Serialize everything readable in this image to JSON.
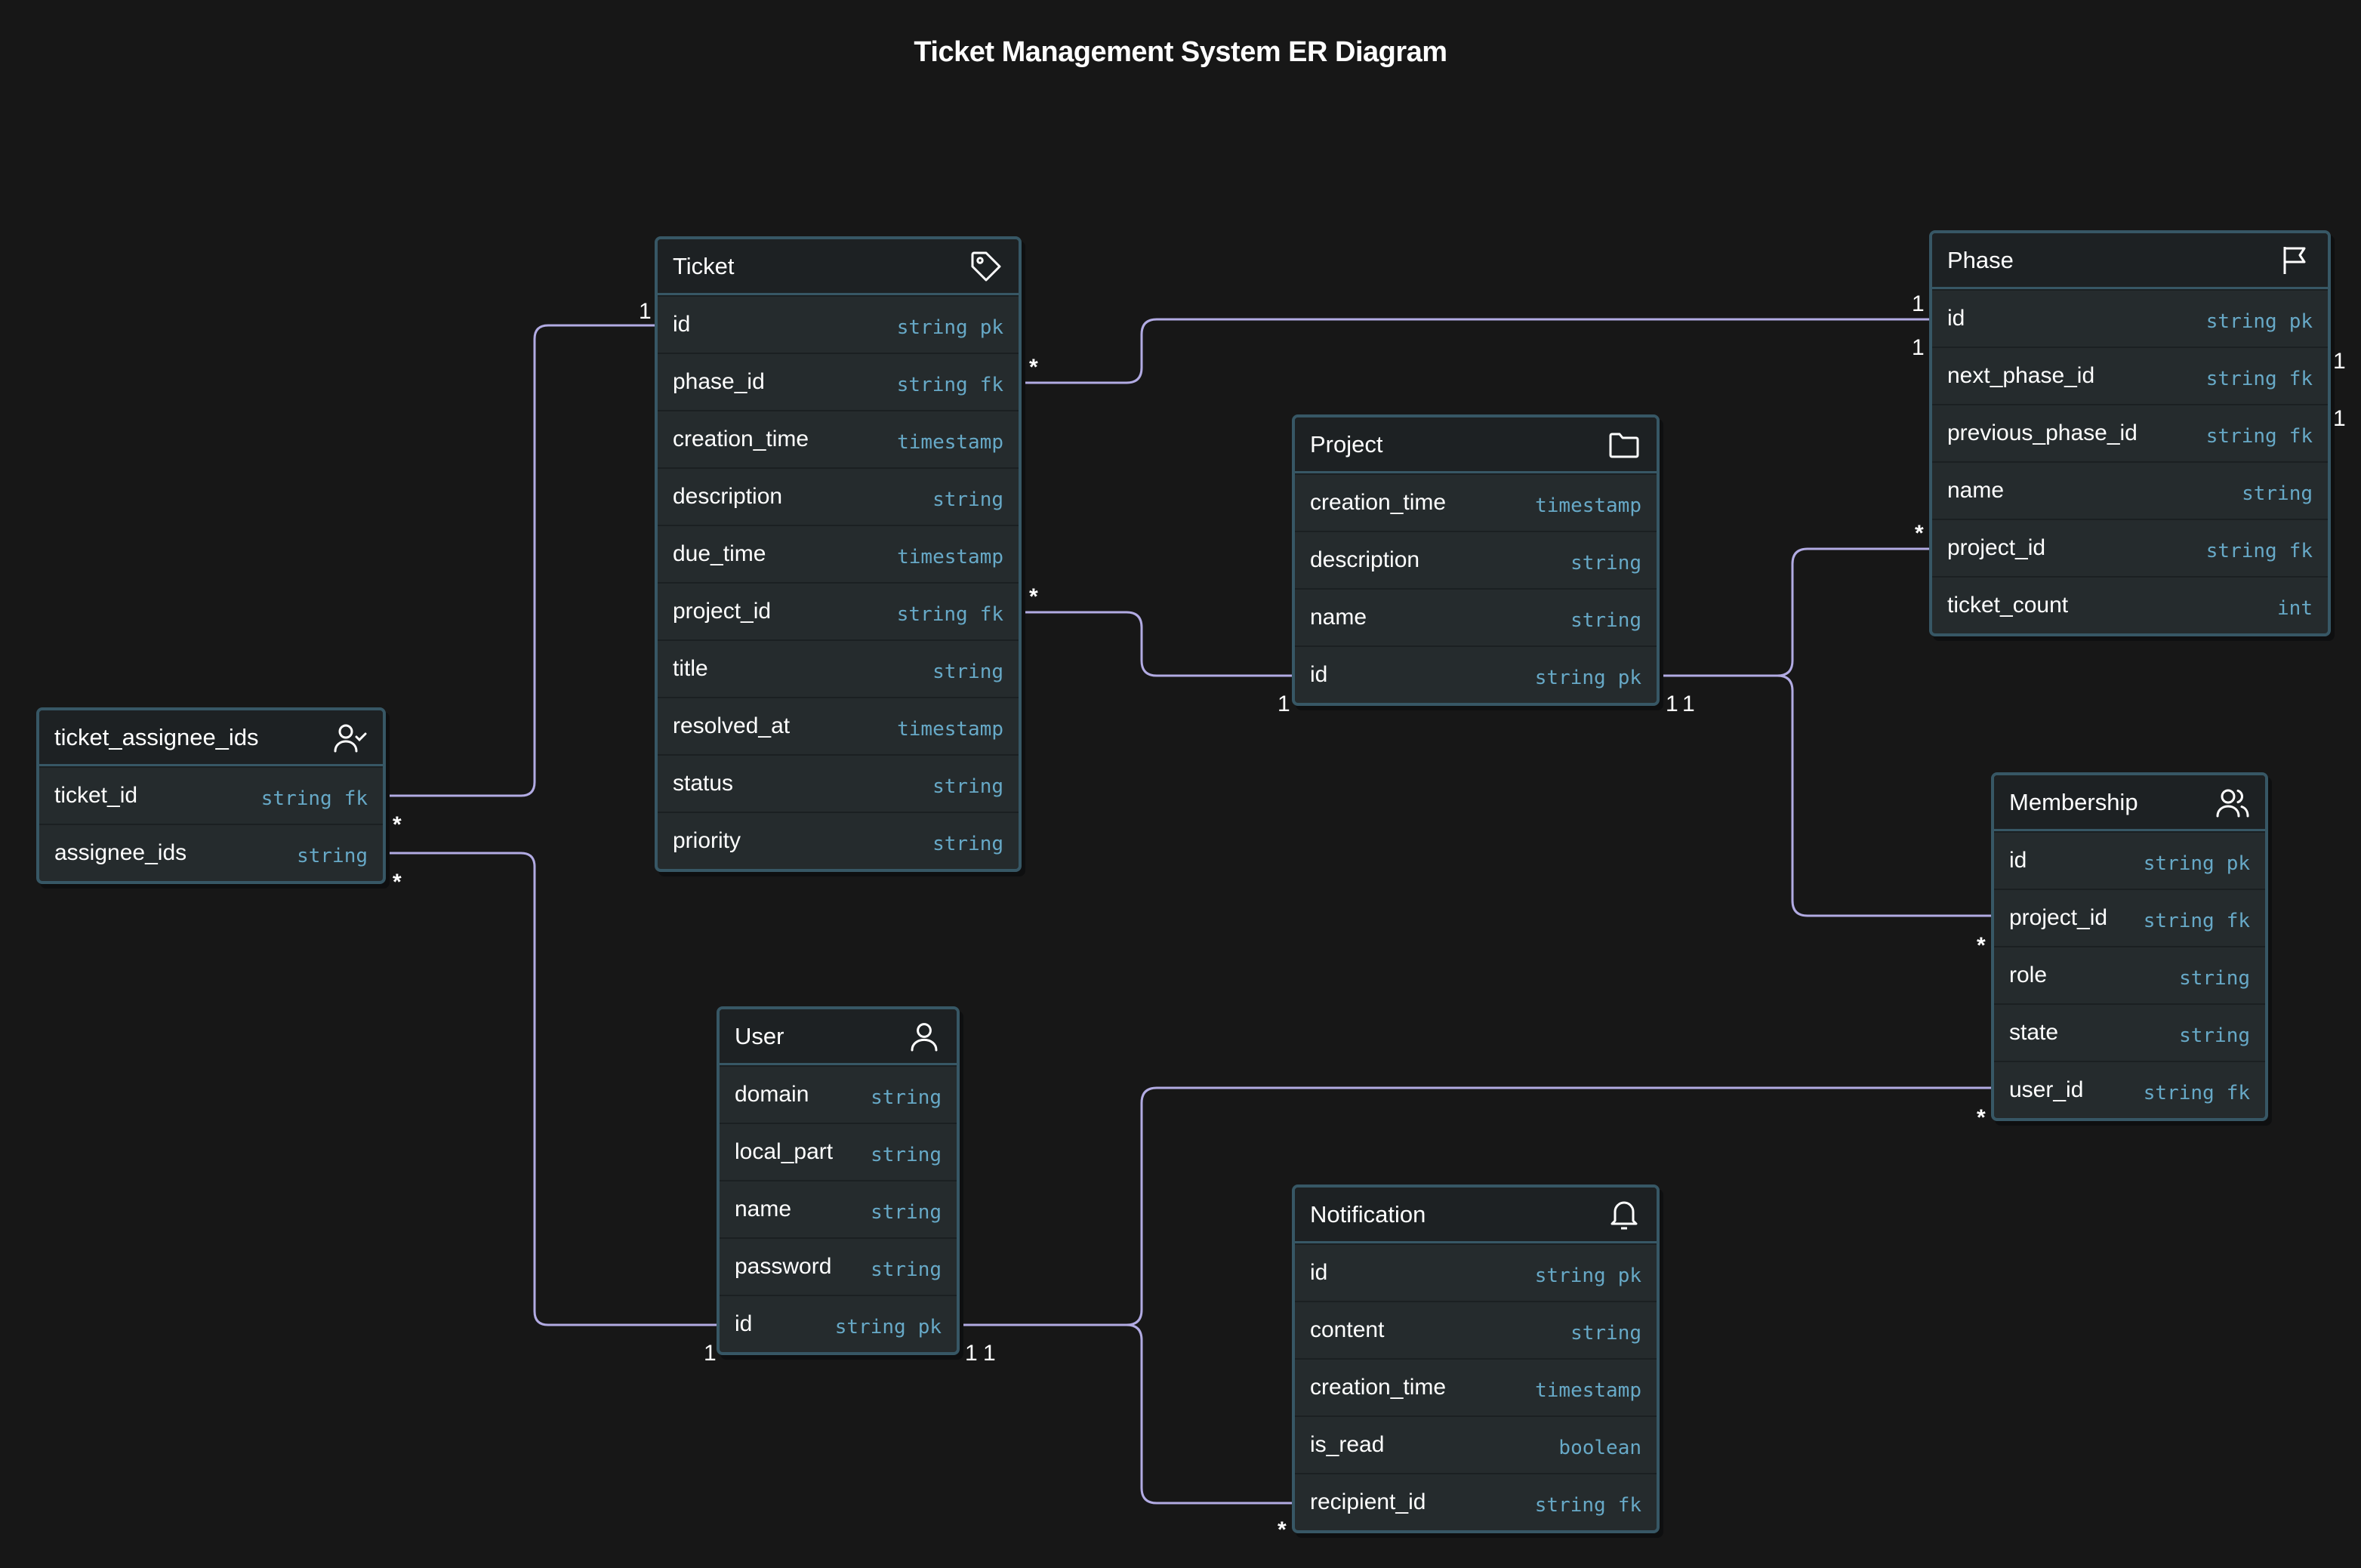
{
  "diagram": {
    "title": "Ticket Management System ER Diagram"
  },
  "colors": {
    "background": "#171717",
    "entity_fill": "#252b2d",
    "entity_border": "#375765",
    "type_text": "#67a9c7",
    "connector": "#b2abe3"
  },
  "entities": {
    "ticket": {
      "name": "Ticket",
      "icon": "tag-icon",
      "attributes": [
        {
          "name": "id",
          "type": "string",
          "key": "pk"
        },
        {
          "name": "phase_id",
          "type": "string",
          "key": "fk"
        },
        {
          "name": "creation_time",
          "type": "timestamp",
          "key": ""
        },
        {
          "name": "description",
          "type": "string",
          "key": ""
        },
        {
          "name": "due_time",
          "type": "timestamp",
          "key": ""
        },
        {
          "name": "project_id",
          "type": "string",
          "key": "fk"
        },
        {
          "name": "title",
          "type": "string",
          "key": ""
        },
        {
          "name": "resolved_at",
          "type": "timestamp",
          "key": ""
        },
        {
          "name": "status",
          "type": "string",
          "key": ""
        },
        {
          "name": "priority",
          "type": "string",
          "key": ""
        }
      ]
    },
    "phase": {
      "name": "Phase",
      "icon": "flag-icon",
      "attributes": [
        {
          "name": "id",
          "type": "string",
          "key": "pk"
        },
        {
          "name": "next_phase_id",
          "type": "string",
          "key": "fk"
        },
        {
          "name": "previous_phase_id",
          "type": "string",
          "key": "fk"
        },
        {
          "name": "name",
          "type": "string",
          "key": ""
        },
        {
          "name": "project_id",
          "type": "string",
          "key": "fk"
        },
        {
          "name": "ticket_count",
          "type": "int",
          "key": ""
        }
      ]
    },
    "project": {
      "name": "Project",
      "icon": "folder-icon",
      "attributes": [
        {
          "name": "creation_time",
          "type": "timestamp",
          "key": ""
        },
        {
          "name": "description",
          "type": "string",
          "key": ""
        },
        {
          "name": "name",
          "type": "string",
          "key": ""
        },
        {
          "name": "id",
          "type": "string",
          "key": "pk"
        }
      ]
    },
    "ticket_assignee_ids": {
      "name": "ticket_assignee_ids",
      "icon": "user-check-icon",
      "attributes": [
        {
          "name": "ticket_id",
          "type": "string",
          "key": "fk"
        },
        {
          "name": "assignee_ids",
          "type": "string",
          "key": ""
        }
      ]
    },
    "membership": {
      "name": "Membership",
      "icon": "users-icon",
      "attributes": [
        {
          "name": "id",
          "type": "string",
          "key": "pk"
        },
        {
          "name": "project_id",
          "type": "string",
          "key": "fk"
        },
        {
          "name": "role",
          "type": "string",
          "key": ""
        },
        {
          "name": "state",
          "type": "string",
          "key": ""
        },
        {
          "name": "user_id",
          "type": "string",
          "key": "fk"
        }
      ]
    },
    "user": {
      "name": "User",
      "icon": "user-icon",
      "attributes": [
        {
          "name": "domain",
          "type": "string",
          "key": ""
        },
        {
          "name": "local_part",
          "type": "string",
          "key": ""
        },
        {
          "name": "name",
          "type": "string",
          "key": ""
        },
        {
          "name": "password",
          "type": "string",
          "key": ""
        },
        {
          "name": "id",
          "type": "string",
          "key": "pk"
        }
      ]
    },
    "notification": {
      "name": "Notification",
      "icon": "bell-icon",
      "attributes": [
        {
          "name": "id",
          "type": "string",
          "key": "pk"
        },
        {
          "name": "content",
          "type": "string",
          "key": ""
        },
        {
          "name": "creation_time",
          "type": "timestamp",
          "key": ""
        },
        {
          "name": "is_read",
          "type": "boolean",
          "key": ""
        },
        {
          "name": "recipient_id",
          "type": "string",
          "key": "fk"
        }
      ]
    }
  },
  "relationships": [
    {
      "from": "ticket_assignee_ids.ticket_id",
      "to": "ticket.id",
      "from_card": "*",
      "to_card": "1"
    },
    {
      "from": "ticket_assignee_ids.assignee_ids",
      "to": "user.id",
      "from_card": "*",
      "to_card": "1"
    },
    {
      "from": "ticket.phase_id",
      "to": "phase.id",
      "from_card": "*",
      "to_card": "1"
    },
    {
      "from": "ticket.project_id",
      "to": "project.id",
      "from_card": "*",
      "to_card": "1"
    },
    {
      "from": "phase.project_id",
      "to": "project.id",
      "from_card": "*",
      "to_card": "1"
    },
    {
      "from": "membership.project_id",
      "to": "project.id",
      "from_card": "*",
      "to_card": "1"
    },
    {
      "from": "membership.user_id",
      "to": "user.id",
      "from_card": "*",
      "to_card": "1"
    },
    {
      "from": "notification.recipient_id",
      "to": "user.id",
      "from_card": "*",
      "to_card": "1"
    },
    {
      "from": "phase.next_phase_id",
      "to": "phase.id",
      "from_card": "1",
      "to_card": "1"
    },
    {
      "from": "phase.previous_phase_id",
      "to": "phase.id",
      "from_card": "1",
      "to_card": "1"
    }
  ]
}
